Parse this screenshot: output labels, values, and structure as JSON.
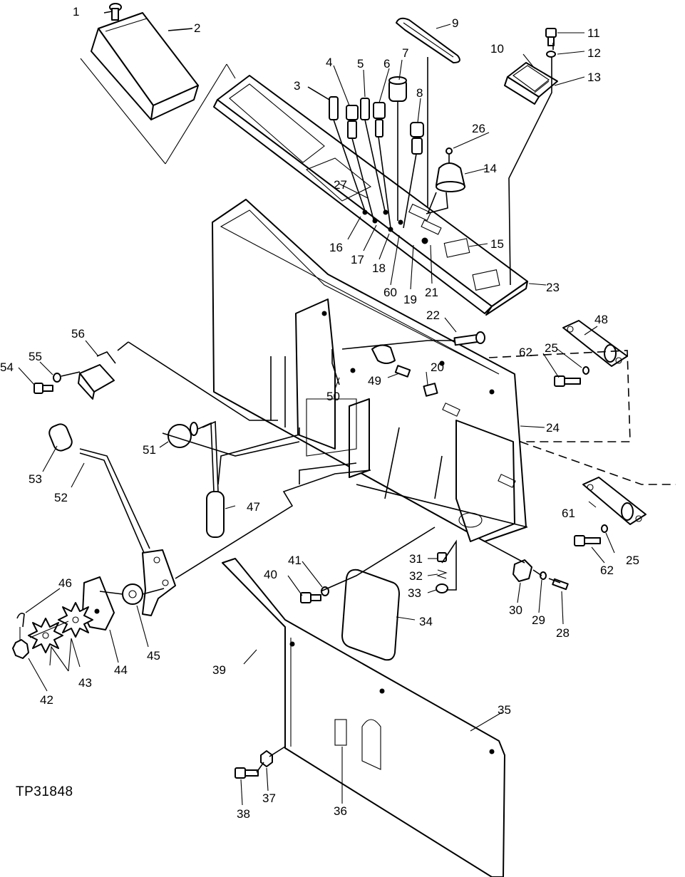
{
  "figure_label": "TP31848",
  "callouts": [
    "1",
    "2",
    "3",
    "4",
    "5",
    "6",
    "7",
    "8",
    "9",
    "10",
    "11",
    "12",
    "13",
    "14",
    "15",
    "16",
    "17",
    "18",
    "19",
    "20",
    "21",
    "22",
    "23",
    "24",
    "25",
    "25",
    "26",
    "27",
    "28",
    "29",
    "30",
    "31",
    "32",
    "33",
    "34",
    "35",
    "36",
    "37",
    "38",
    "39",
    "40",
    "41",
    "42",
    "43",
    "44",
    "45",
    "46",
    "47",
    "48",
    "49",
    "50",
    "51",
    "52",
    "53",
    "54",
    "55",
    "56",
    "60",
    "61",
    "62",
    "62"
  ]
}
